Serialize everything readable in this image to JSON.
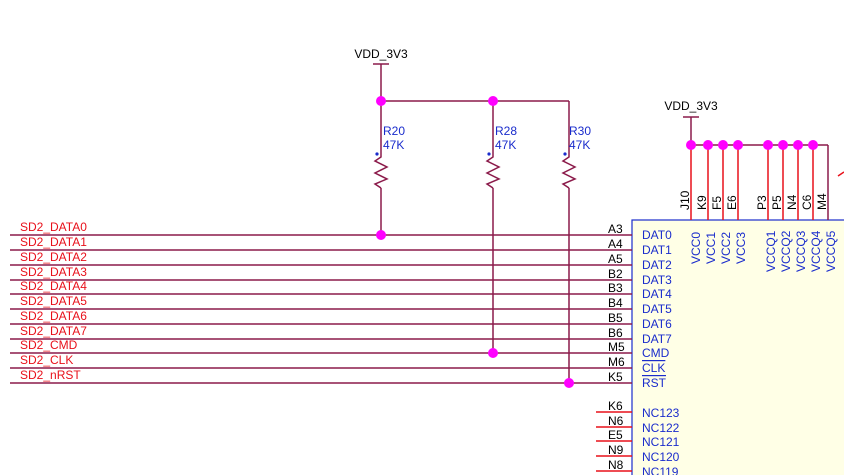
{
  "power_labels": [
    "VDD_3V3",
    "VDD_3V3"
  ],
  "resistors": [
    {
      "ref": "R20",
      "value": "47K"
    },
    {
      "ref": "R28",
      "value": "47K"
    },
    {
      "ref": "R30",
      "value": "47K"
    }
  ],
  "nets": [
    "SD2_DATA0",
    "SD2_DATA1",
    "SD2_DATA2",
    "SD2_DATA3",
    "SD2_DATA4",
    "SD2_DATA5",
    "SD2_DATA6",
    "SD2_DATA7",
    "SD2_CMD",
    "SD2_CLK",
    "SD2_nRST"
  ],
  "signal_pins": [
    {
      "ball": "A3",
      "name": "DAT0"
    },
    {
      "ball": "A4",
      "name": "DAT1"
    },
    {
      "ball": "A5",
      "name": "DAT2"
    },
    {
      "ball": "B2",
      "name": "DAT3"
    },
    {
      "ball": "B3",
      "name": "DAT4"
    },
    {
      "ball": "B4",
      "name": "DAT5"
    },
    {
      "ball": "B5",
      "name": "DAT6"
    },
    {
      "ball": "B6",
      "name": "DAT7"
    },
    {
      "ball": "M5",
      "name": "CMD"
    },
    {
      "ball": "M6",
      "name": "CLK"
    },
    {
      "ball": "K5",
      "name": "RST"
    }
  ],
  "nc_pins": [
    {
      "ball": "K6",
      "name": "NC123"
    },
    {
      "ball": "N6",
      "name": "NC122"
    },
    {
      "ball": "E5",
      "name": "NC121"
    },
    {
      "ball": "N9",
      "name": "NC120"
    },
    {
      "ball": "N8",
      "name": "NC119"
    }
  ],
  "power_pins": [
    {
      "ball": "J10",
      "name": "VCC0"
    },
    {
      "ball": "K9",
      "name": "VCC1"
    },
    {
      "ball": "F5",
      "name": "VCC2"
    },
    {
      "ball": "E6",
      "name": "VCC3"
    },
    {
      "ball": "P3",
      "name": "VCCQ1"
    },
    {
      "ball": "P5",
      "name": "VCCQ2"
    },
    {
      "ball": "N4",
      "name": "VCCQ3"
    },
    {
      "ball": "C6",
      "name": "VCCQ4"
    },
    {
      "ball": "M4",
      "name": "VCCQ5"
    }
  ],
  "colors": {
    "wire": "#8b1a4a",
    "net_label": "#e8101a",
    "junction": "#ff00ff",
    "pin_text": "#1a2ccc",
    "text": "#000000",
    "body_fill": "#ffffe6"
  }
}
